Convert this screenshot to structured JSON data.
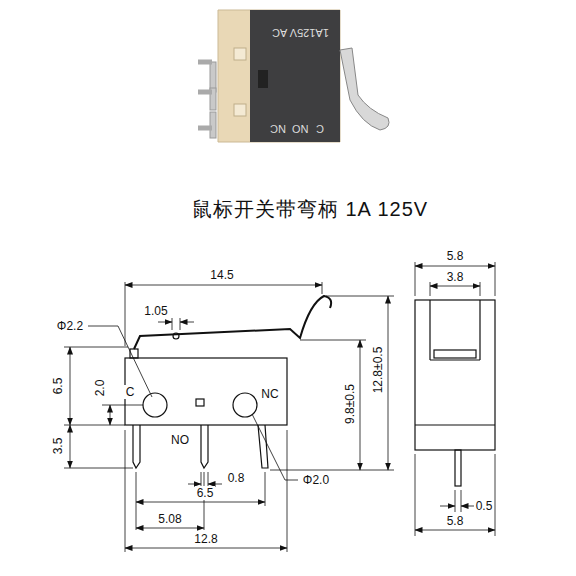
{
  "diagram": {
    "title": "鼠标开关带弯柄 1A 125V",
    "labels": [
      "1A125V AC",
      "C",
      "NO",
      "NC",
      "14.5",
      "1.05",
      "Φ2.2",
      "6.5",
      "2.0",
      "9.8±0.5",
      "12.8±0.5",
      "C",
      "NO",
      "NC",
      "3.5",
      "0.8",
      "Φ2.0",
      "6.5",
      "5.08",
      "12.8",
      "5.8",
      "3.8",
      "0.5",
      "5.8"
    ]
  }
}
